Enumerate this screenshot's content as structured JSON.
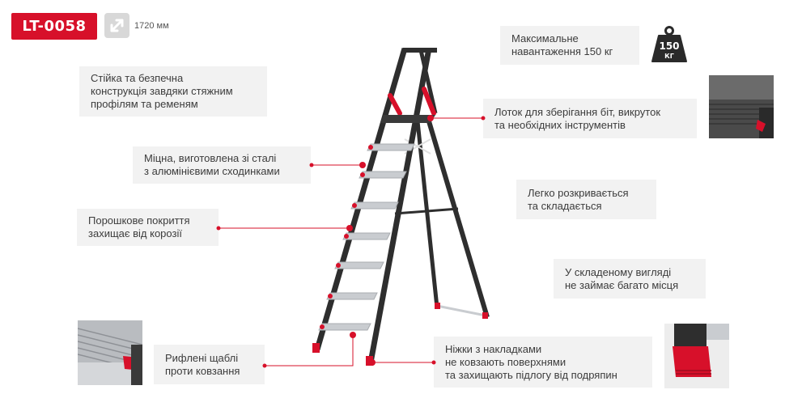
{
  "product": {
    "code": "LT-0058",
    "height_text": "1720 мм"
  },
  "weight_badge": {
    "value": "150",
    "unit": "КГ"
  },
  "features": {
    "stable": "Стійка та безпечна\nконструкція завдяки стяжним\nпрофілям та ременям",
    "steel": "Міцна, виготовлена зі сталі\nз алюмінієвими сходинками",
    "powder": "Порошкове покриття\nзахищає від корозії",
    "ribbed": "Рифлені щаблі\nпроти ковзання",
    "max_load": "Максимальне\nнавантаження 150 кг",
    "tray": "Лоток для зберігання біт, викруток\nта необхідних інструментів",
    "easy_open": "Легко розкривається\nта складається",
    "folded": "У складеному вигляді\nне займає багато місця",
    "feet": "Ніжки з накладками\nне ковзають поверхнями\nта захищають підлогу від подряпин"
  },
  "colors": {
    "accent": "#d7102a",
    "box_bg": "#f2f2f2",
    "frame": "#2e2e2e",
    "step": "#c9ccd0"
  },
  "icons": [
    "resize-diagonal-icon",
    "weight-icon"
  ]
}
